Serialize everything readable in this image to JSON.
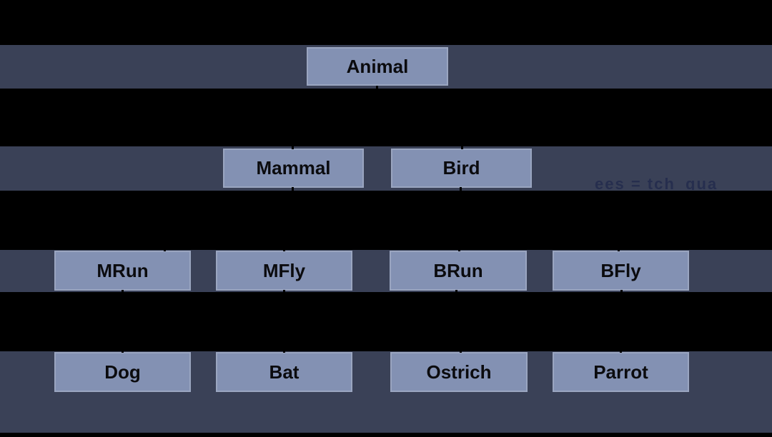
{
  "diagram": {
    "type": "hierarchy-tree",
    "background_color": "#000000",
    "band_color": "#3a4157",
    "node_fill_color": "#8391b3",
    "node_border_color": "#9aa5c0",
    "node_text_color": "#0b0b0e",
    "rows": [
      {
        "nodes": [
          {
            "label": "Animal"
          }
        ]
      },
      {
        "nodes": [
          {
            "label": "Mammal"
          },
          {
            "label": "Bird"
          }
        ]
      },
      {
        "nodes": [
          {
            "label": "MRun"
          },
          {
            "label": "MFly"
          },
          {
            "label": "BRun"
          },
          {
            "label": "BFly"
          }
        ]
      },
      {
        "nodes": [
          {
            "label": "Dog"
          },
          {
            "label": "Bat"
          },
          {
            "label": "Ostrich"
          },
          {
            "label": "Parrot"
          }
        ]
      }
    ],
    "faint_annotation": "ees = tch_qua"
  }
}
